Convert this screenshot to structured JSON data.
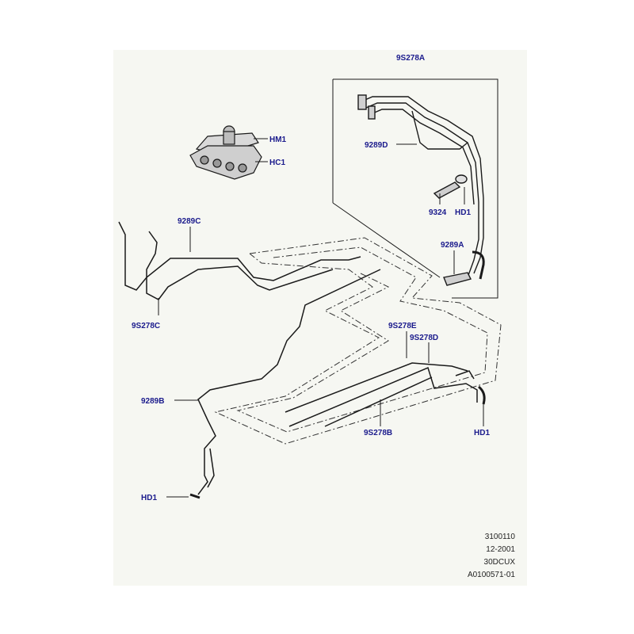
{
  "diagram": {
    "callouts": {
      "c9S278A": "9S278A",
      "c9289D": "9289D",
      "c9324": "9324",
      "cHD1_top": "HD1",
      "c9289A": "9289A",
      "cHM1": "HM1",
      "cHC1": "HC1",
      "c9289C": "9289C",
      "c9S278C": "9S278C",
      "c9S278E": "9S278E",
      "c9S278D": "9S278D",
      "c9289B": "9289B",
      "c9S278B": "9S278B",
      "cHD1_right": "HD1",
      "cHD1_left": "HD1"
    },
    "reference": {
      "line1": "3100110",
      "line2": "12-2001",
      "line3": "30DCUX",
      "line4": "A0100571-01"
    },
    "colors": {
      "callout_text": "#1a1a8c",
      "line": "#1a1a1a",
      "sheet_background": "#f6f7f2"
    }
  }
}
